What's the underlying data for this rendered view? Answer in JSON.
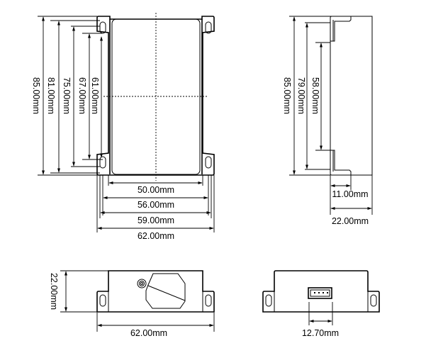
{
  "diagram": {
    "unit": "mm",
    "views": {
      "front": {
        "vertical_dims": [
          {
            "id": "h85",
            "label": "85.00mm"
          },
          {
            "id": "h81",
            "label": "81.00mm"
          },
          {
            "id": "h75",
            "label": "75.00mm"
          },
          {
            "id": "h67",
            "label": "67.00mm"
          },
          {
            "id": "h61",
            "label": "61.00mm"
          }
        ],
        "horizontal_dims": [
          {
            "id": "w50",
            "label": "50.00mm"
          },
          {
            "id": "w56",
            "label": "56.00mm"
          },
          {
            "id": "w59",
            "label": "59.00mm"
          },
          {
            "id": "w62",
            "label": "62.00mm"
          }
        ]
      },
      "side": {
        "vertical_dims": [
          {
            "id": "s85",
            "label": "85.00mm"
          },
          {
            "id": "s79",
            "label": "79.00mm"
          },
          {
            "id": "s58",
            "label": "58.00mm"
          }
        ],
        "horizontal_dims": [
          {
            "id": "s11",
            "label": "11.00mm"
          },
          {
            "id": "s22",
            "label": "22.00mm"
          }
        ]
      },
      "bottom_left": {
        "height_label": "22.00mm",
        "width_label": "62.00mm"
      },
      "bottom_right": {
        "connector_pitch_label": "12.70mm",
        "connector_pins": 4
      }
    }
  }
}
